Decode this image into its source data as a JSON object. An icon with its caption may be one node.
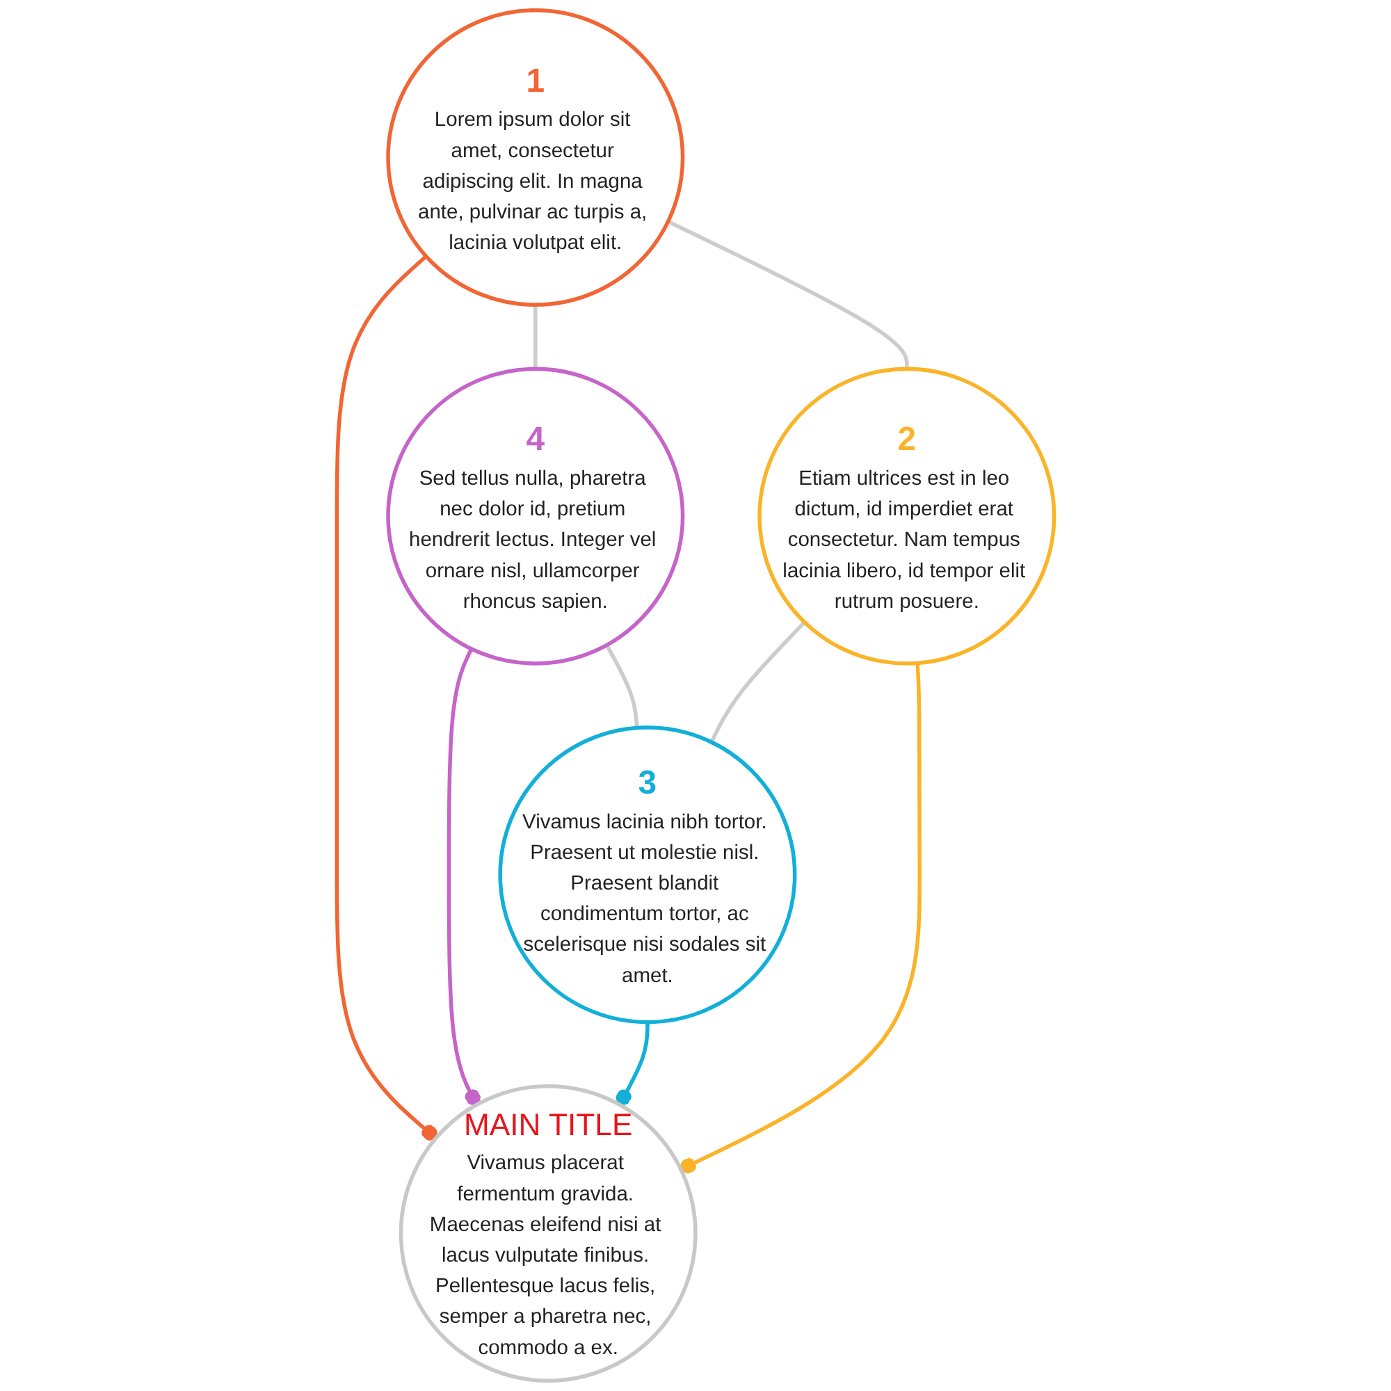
{
  "diagram": {
    "nodes": [
      {
        "text": [
          "MAIN TITLE",
          "Vivamus placerat fermentum gravida. Maecenas eleifend nisi at lacus vulputate finibus. Pellentesque lacus felis, semper a pharetra nec, commodo a ex."
        ]
      },
      {
        "text": [
          "1",
          "Lorem ipsum dolor sit amet, consectetur adipiscing elit. In magna ante, pulvinar ac turpis a, lacinia volutpat elit."
        ]
      },
      {
        "text": [
          "2",
          "Etiam ultrices est in leo dictum, id imperdiet erat consectetur. Nam tempus lacinia libero, id tempor elit rutrum posuere."
        ]
      },
      {
        "text": [
          "3",
          "Vivamus lacinia nibh tortor. Praesent ut molestie nisl. Praesent blandit condimentum tortor, ac scelerisque nisi sodales sit amet."
        ]
      },
      {
        "text": [
          "4",
          "Sed tellus nulla, pharetra nec dolor id, pretium hendrerit lectus. Integer vel ornare nisl, ullamcorper rhoncus sapien."
        ]
      }
    ],
    "edges": [
      {
        "from": 1,
        "to": 0,
        "arrow": "other",
        "color": "#f26535"
      },
      {
        "from": 4,
        "to": 0,
        "arrow": "other",
        "color": "#c564c9"
      },
      {
        "from": 3,
        "to": 0,
        "arrow": "other",
        "color": "#12afd9"
      },
      {
        "from": 2,
        "to": 0,
        "arrow": "other",
        "color": "#fbb328"
      },
      {
        "from": 1,
        "to": 4,
        "arrow": "none",
        "color": "#cccccc"
      },
      {
        "from": 4,
        "to": 3,
        "arrow": "none",
        "color": "#cccccc"
      },
      {
        "from": 2,
        "to": 3,
        "arrow": "none",
        "color": "#cccccc"
      },
      {
        "from": 1,
        "to": 2,
        "arrow": "none",
        "color": "#cccccc"
      }
    ]
  }
}
